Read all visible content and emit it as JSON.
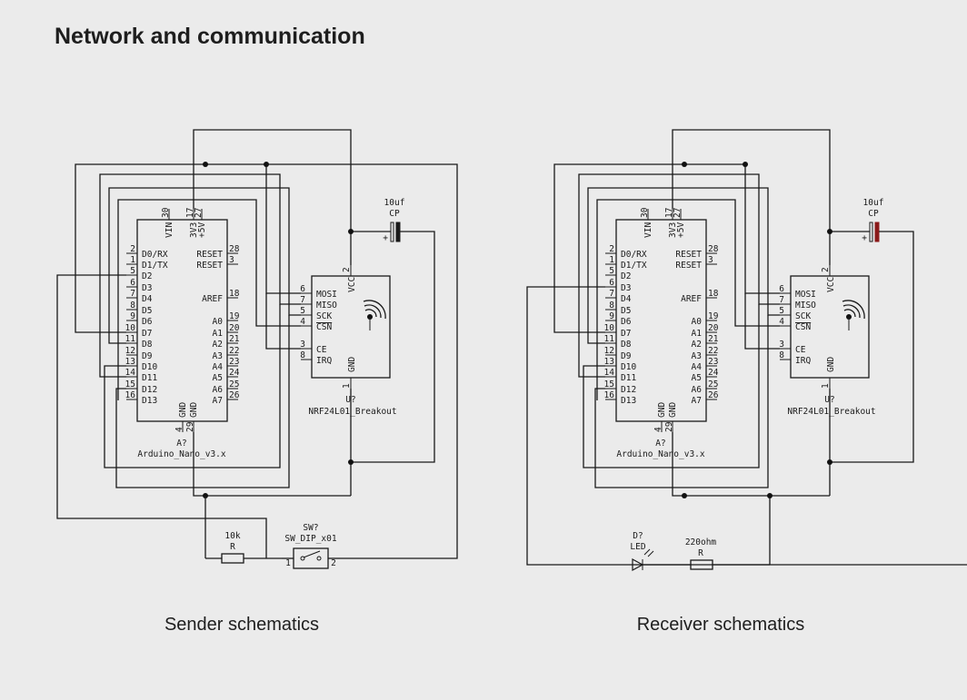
{
  "title": "Network and communication",
  "schematics": [
    {
      "id": "sender",
      "caption": "Sender schematics",
      "arduino": {
        "ref": "A?",
        "value": "Arduino_Nano_v3.x",
        "left_pins": [
          {
            "num": "2",
            "name": "D0/RX"
          },
          {
            "num": "1",
            "name": "D1/TX"
          },
          {
            "num": "5",
            "name": "D2"
          },
          {
            "num": "6",
            "name": "D3"
          },
          {
            "num": "7",
            "name": "D4"
          },
          {
            "num": "8",
            "name": "D5"
          },
          {
            "num": "9",
            "name": "D6"
          },
          {
            "num": "10",
            "name": "D7"
          },
          {
            "num": "11",
            "name": "D8"
          },
          {
            "num": "12",
            "name": "D9"
          },
          {
            "num": "13",
            "name": "D10"
          },
          {
            "num": "14",
            "name": "D11"
          },
          {
            "num": "15",
            "name": "D12"
          },
          {
            "num": "16",
            "name": "D13"
          }
        ],
        "right_pins": [
          {
            "num": "28",
            "name": "RESET"
          },
          {
            "num": "3",
            "name": "RESET"
          },
          {
            "num": "18",
            "name": "AREF"
          },
          {
            "num": "19",
            "name": "A0"
          },
          {
            "num": "20",
            "name": "A1"
          },
          {
            "num": "21",
            "name": "A2"
          },
          {
            "num": "22",
            "name": "A3"
          },
          {
            "num": "23",
            "name": "A4"
          },
          {
            "num": "24",
            "name": "A5"
          },
          {
            "num": "25",
            "name": "A6"
          },
          {
            "num": "26",
            "name": "A7"
          }
        ],
        "top_pins": [
          {
            "num": "30",
            "name": "VIN"
          },
          {
            "num": "17",
            "name": "3V3"
          },
          {
            "num": "27",
            "name": "+5V"
          }
        ],
        "bottom_pins": [
          {
            "num": "4",
            "name": "GND"
          },
          {
            "num": "29",
            "name": "GND"
          }
        ]
      },
      "nrf": {
        "ref": "U?",
        "value": "NRF24L01_Breakout",
        "left_pins": [
          {
            "num": "6",
            "name": "MOSI"
          },
          {
            "num": "7",
            "name": "MISO"
          },
          {
            "num": "5",
            "name": "SCK"
          },
          {
            "num": "4",
            "name": "CSN"
          },
          {
            "num": "3",
            "name": "CE"
          },
          {
            "num": "8",
            "name": "IRQ"
          }
        ],
        "vcc": {
          "num": "2",
          "name": "VCC"
        },
        "gnd": {
          "num": "1",
          "name": "GND"
        }
      },
      "capacitor": {
        "value": "10uf",
        "ref": "CP",
        "plus": "+"
      },
      "resistor": {
        "value": "10k",
        "ref": "R"
      },
      "switch": {
        "ref": "SW?",
        "value": "SW_DIP_x01",
        "pin1": "1",
        "pin2": "2"
      }
    },
    {
      "id": "receiver",
      "caption": "Receiver schematics",
      "arduino": {
        "ref": "A?",
        "value": "Arduino_Nano_v3.x",
        "left_pins": [
          {
            "num": "2",
            "name": "D0/RX"
          },
          {
            "num": "1",
            "name": "D1/TX"
          },
          {
            "num": "5",
            "name": "D2"
          },
          {
            "num": "6",
            "name": "D3"
          },
          {
            "num": "7",
            "name": "D4"
          },
          {
            "num": "8",
            "name": "D5"
          },
          {
            "num": "9",
            "name": "D6"
          },
          {
            "num": "10",
            "name": "D7"
          },
          {
            "num": "11",
            "name": "D8"
          },
          {
            "num": "12",
            "name": "D9"
          },
          {
            "num": "13",
            "name": "D10"
          },
          {
            "num": "14",
            "name": "D11"
          },
          {
            "num": "15",
            "name": "D12"
          },
          {
            "num": "16",
            "name": "D13"
          }
        ],
        "right_pins": [
          {
            "num": "28",
            "name": "RESET"
          },
          {
            "num": "3",
            "name": "RESET"
          },
          {
            "num": "18",
            "name": "AREF"
          },
          {
            "num": "19",
            "name": "A0"
          },
          {
            "num": "20",
            "name": "A1"
          },
          {
            "num": "21",
            "name": "A2"
          },
          {
            "num": "22",
            "name": "A3"
          },
          {
            "num": "23",
            "name": "A4"
          },
          {
            "num": "24",
            "name": "A5"
          },
          {
            "num": "25",
            "name": "A6"
          },
          {
            "num": "26",
            "name": "A7"
          }
        ],
        "top_pins": [
          {
            "num": "30",
            "name": "VIN"
          },
          {
            "num": "17",
            "name": "3V3"
          },
          {
            "num": "27",
            "name": "+5V"
          }
        ],
        "bottom_pins": [
          {
            "num": "4",
            "name": "GND"
          },
          {
            "num": "29",
            "name": "GND"
          }
        ]
      },
      "nrf": {
        "ref": "U?",
        "value": "NRF24L01_Breakout",
        "left_pins": [
          {
            "num": "6",
            "name": "MOSI"
          },
          {
            "num": "7",
            "name": "MISO"
          },
          {
            "num": "5",
            "name": "SCK"
          },
          {
            "num": "4",
            "name": "CSN"
          },
          {
            "num": "3",
            "name": "CE"
          },
          {
            "num": "8",
            "name": "IRQ"
          }
        ],
        "vcc": {
          "num": "2",
          "name": "VCC"
        },
        "gnd": {
          "num": "1",
          "name": "GND"
        }
      },
      "capacitor": {
        "value": "10uf",
        "ref": "CP",
        "plus": "+"
      },
      "led": {
        "ref": "D?",
        "value": "LED"
      },
      "resistor": {
        "value": "220ohm",
        "ref": "R"
      }
    }
  ],
  "colors": {
    "background": "#ebebeb",
    "wire": "#1a1a1a",
    "capacitor_plate_receiver": "#8b1a1a"
  }
}
